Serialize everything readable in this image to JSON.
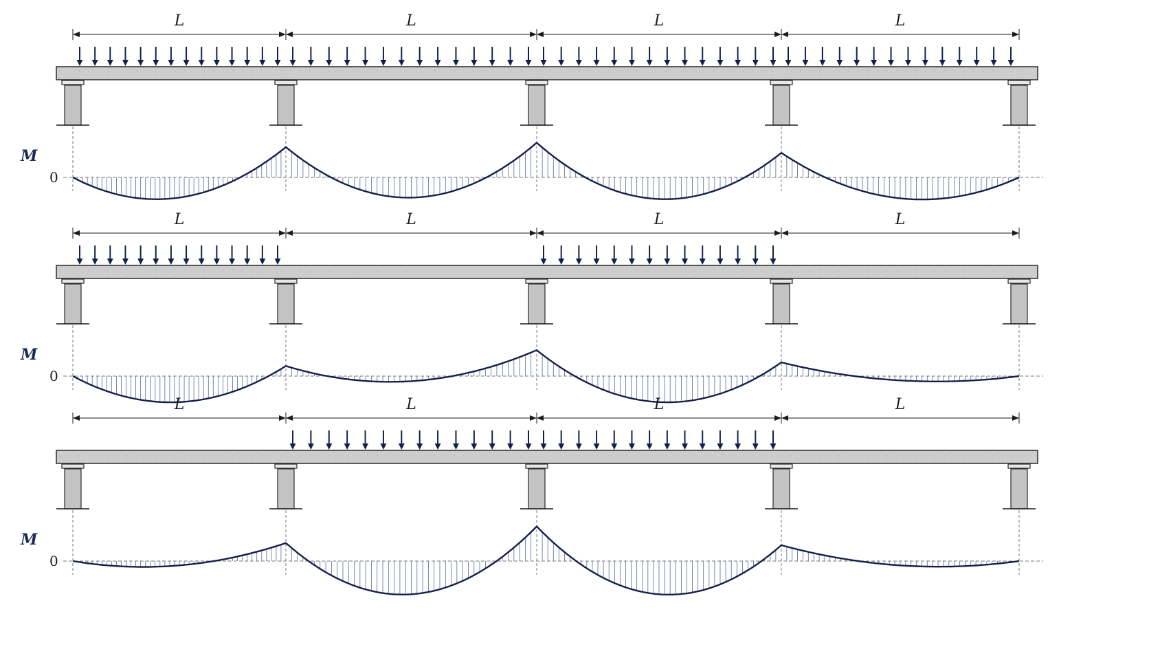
{
  "figure": {
    "colors": {
      "ink": "#1a1a1a",
      "load_arrow": "#14204a",
      "moment_curve": "#14204a",
      "moment_hatch": "#5a6a9a",
      "concrete_beam": "#cfcfcf",
      "concrete_pier": "#c4c4c4",
      "bearing": "#e8e8e8",
      "dashed_guides": "#777777"
    },
    "span_count": 4,
    "panels": [
      {
        "span_labels": [
          "L",
          "L",
          "L",
          "L"
        ],
        "loaded_spans": [
          true,
          true,
          true,
          true
        ],
        "moment_axis_label": "M",
        "zero_label": "0",
        "support_moments": [
          0,
          0.42,
          0.48,
          0.34,
          0
        ],
        "span_moments": [
          -0.28,
          -0.28,
          -0.3,
          -0.29
        ]
      },
      {
        "span_labels": [
          "L",
          "L",
          "L",
          "L"
        ],
        "loaded_spans": [
          true,
          false,
          true,
          false
        ],
        "moment_axis_label": "M",
        "zero_label": "0",
        "support_moments": [
          0,
          0.14,
          0.36,
          0.19,
          0
        ],
        "span_moments": [
          -0.36,
          -0.07,
          -0.36,
          -0.06
        ]
      },
      {
        "span_labels": [
          "L",
          "L",
          "L",
          "L"
        ],
        "loaded_spans": [
          false,
          true,
          true,
          false
        ],
        "moment_axis_label": "M",
        "zero_label": "0",
        "support_moments": [
          0,
          0.25,
          0.48,
          0.22,
          0
        ],
        "span_moments": [
          -0.06,
          -0.46,
          -0.46,
          -0.06
        ]
      }
    ]
  }
}
